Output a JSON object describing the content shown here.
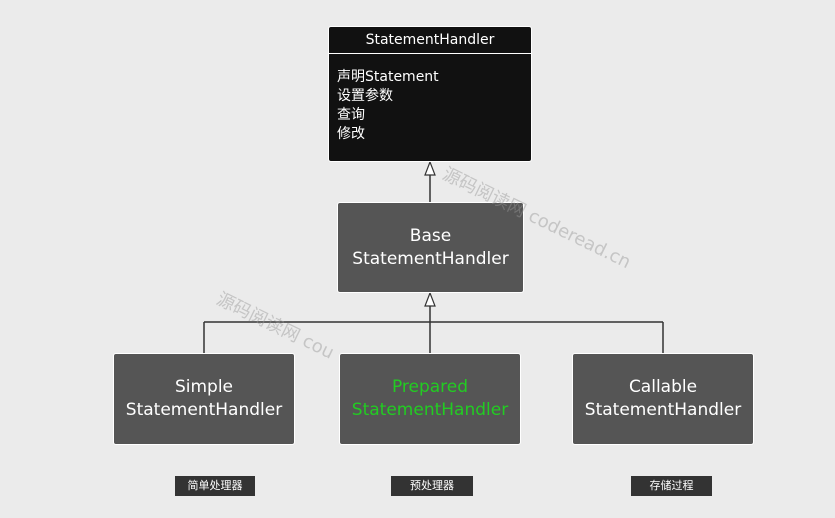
{
  "interface": {
    "title": "StatementHandler",
    "methods": [
      "声明Statement",
      "设置参数",
      "查询",
      "修改"
    ]
  },
  "base": {
    "line1": "Base",
    "line2": "StatementHandler"
  },
  "children": [
    {
      "line1": "Simple",
      "line2": "StatementHandler",
      "tag": "简单处理器"
    },
    {
      "line1": "Prepared",
      "line2": "StatementHandler",
      "tag": "预处理器",
      "color": "#22cc22"
    },
    {
      "line1": "Callable",
      "line2": "StatementHandler",
      "tag": "存储过程"
    }
  ],
  "watermarks": [
    "源码阅读网 coderead.cn",
    "源码阅读网 cou"
  ],
  "colors": {
    "background": "#ebebeb",
    "interface_fill": "#111111",
    "class_fill": "#555555",
    "highlight": "#22cc22",
    "tag_fill": "#333333"
  }
}
